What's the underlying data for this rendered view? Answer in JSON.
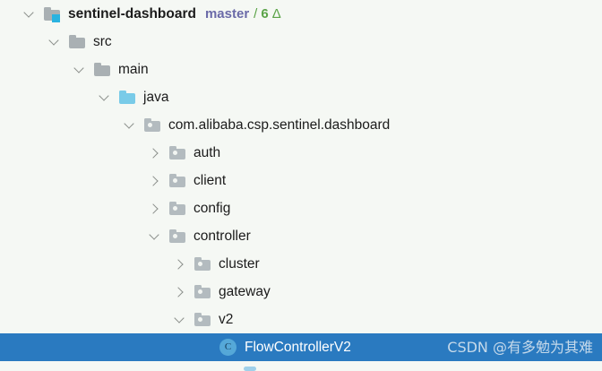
{
  "theme": {
    "background": "#f5f8f4",
    "selection_background": "#2a7ac0",
    "text": "#1b1b1b",
    "branch_text": "#6a6aa8",
    "changes_text": "#5aa347",
    "source_folder": "#79cbe8",
    "folder": "#a9b0b3",
    "module_badge": "#2ab3e0",
    "class_icon": "#55a8d8"
  },
  "tree": {
    "name": "project-tree",
    "rows": [
      {
        "label": "sentinel-dashboard",
        "icon": "module-folder-icon",
        "arrow": "chevron-down-icon",
        "depth": 0,
        "bold": true,
        "selected": false,
        "branch": "master",
        "branch_separator": "/",
        "changes_count": "6",
        "changes_symbol": "Δ"
      },
      {
        "label": "src",
        "icon": "folder-icon",
        "arrow": "chevron-down-icon",
        "depth": 1,
        "bold": false,
        "selected": false
      },
      {
        "label": "main",
        "icon": "folder-icon",
        "arrow": "chevron-down-icon",
        "depth": 2,
        "bold": false,
        "selected": false
      },
      {
        "label": "java",
        "icon": "source-folder-icon",
        "arrow": "chevron-down-icon",
        "depth": 3,
        "bold": false,
        "selected": false
      },
      {
        "label": "com.alibaba.csp.sentinel.dashboard",
        "icon": "package-icon",
        "arrow": "chevron-down-icon",
        "depth": 4,
        "bold": false,
        "selected": false
      },
      {
        "label": "auth",
        "icon": "package-icon",
        "arrow": "chevron-right-icon",
        "depth": 5,
        "bold": false,
        "selected": false
      },
      {
        "label": "client",
        "icon": "package-icon",
        "arrow": "chevron-right-icon",
        "depth": 5,
        "bold": false,
        "selected": false
      },
      {
        "label": "config",
        "icon": "package-icon",
        "arrow": "chevron-right-icon",
        "depth": 5,
        "bold": false,
        "selected": false
      },
      {
        "label": "controller",
        "icon": "package-icon",
        "arrow": "chevron-down-icon",
        "depth": 5,
        "bold": false,
        "selected": false
      },
      {
        "label": "cluster",
        "icon": "package-icon",
        "arrow": "chevron-right-icon",
        "depth": 6,
        "bold": false,
        "selected": false
      },
      {
        "label": "gateway",
        "icon": "package-icon",
        "arrow": "chevron-right-icon",
        "depth": 6,
        "bold": false,
        "selected": false
      },
      {
        "label": "v2",
        "icon": "package-icon",
        "arrow": "chevron-down-icon",
        "depth": 6,
        "bold": false,
        "selected": false
      },
      {
        "label": "FlowControllerV2",
        "icon": "java-class-icon",
        "icon_letter": "C",
        "arrow": "none",
        "depth": 7,
        "bold": false,
        "selected": true,
        "watermark": "CSDN @有多勉为其难"
      }
    ]
  }
}
